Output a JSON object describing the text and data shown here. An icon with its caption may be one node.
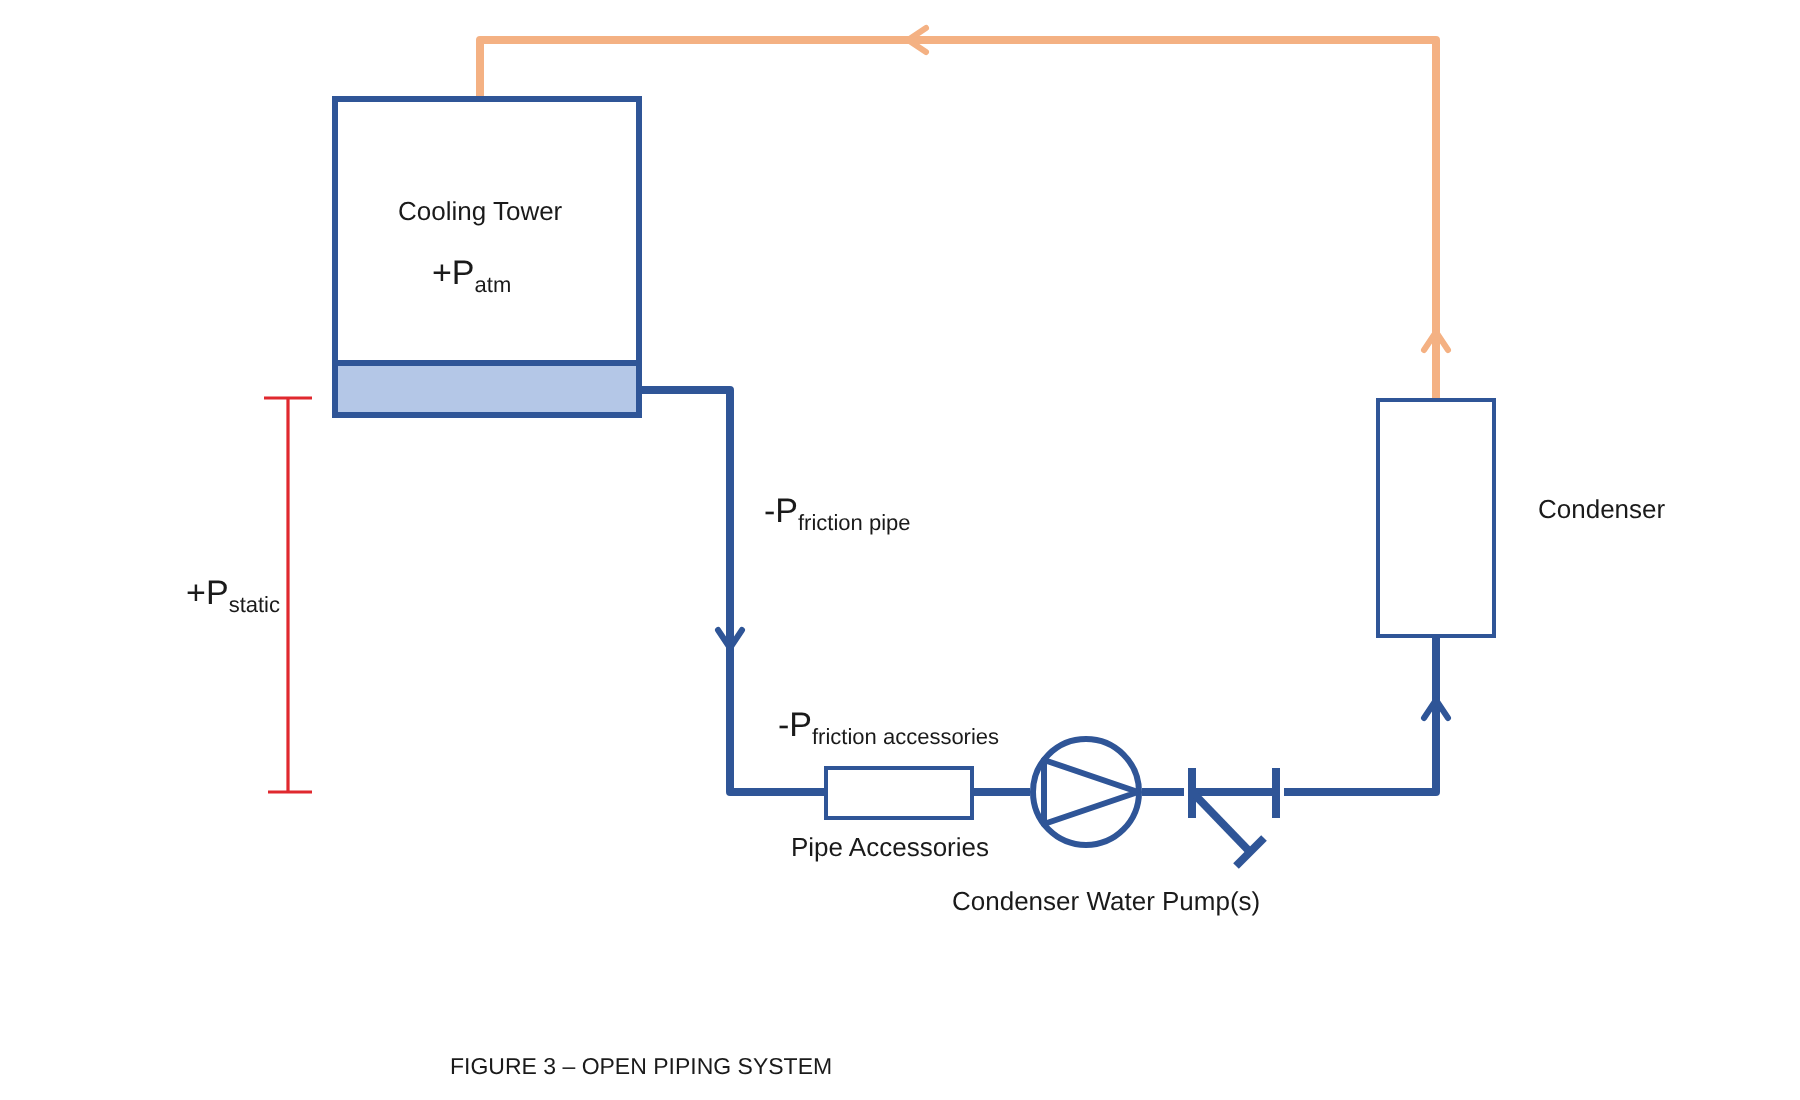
{
  "diagram": {
    "caption": "FIGURE 3 – OPEN PIPING SYSTEM",
    "nodes": [
      {
        "text": [
          "Cooling Tower",
          "+P$_{atm}$"
        ]
      },
      {
        "text": [],
        "shape": "bar",
        "in": 0
      },
      {
        "text": [],
        "shape": "box",
        "beside": [
          "Pipe Accessories"
        ]
      },
      {
        "text": [],
        "shape": "circle"
      },
      {
        "text": [],
        "shape": "valve"
      },
      {
        "text": [],
        "shape": "box",
        "beside": [
          "Condenser"
        ]
      }
    ],
    "edges": [
      {
        "from": 1,
        "to": 2,
        "arrow": "to"
      },
      {
        "from": 2,
        "to": 3,
        "arrow": "none"
      },
      {
        "from": 3,
        "to": 4,
        "arrow": "none"
      },
      {
        "from": 4,
        "to": 5,
        "arrow": "to"
      },
      {
        "from": 5,
        "to": 0,
        "arrow": "to",
        "color": "#f4b183"
      }
    ],
    "labels": [
      "-P$_{friction pipe}$",
      "+P$_{static}$",
      "-P$_{friction accessories}$",
      "Condenser Water Pump(s)"
    ]
  }
}
